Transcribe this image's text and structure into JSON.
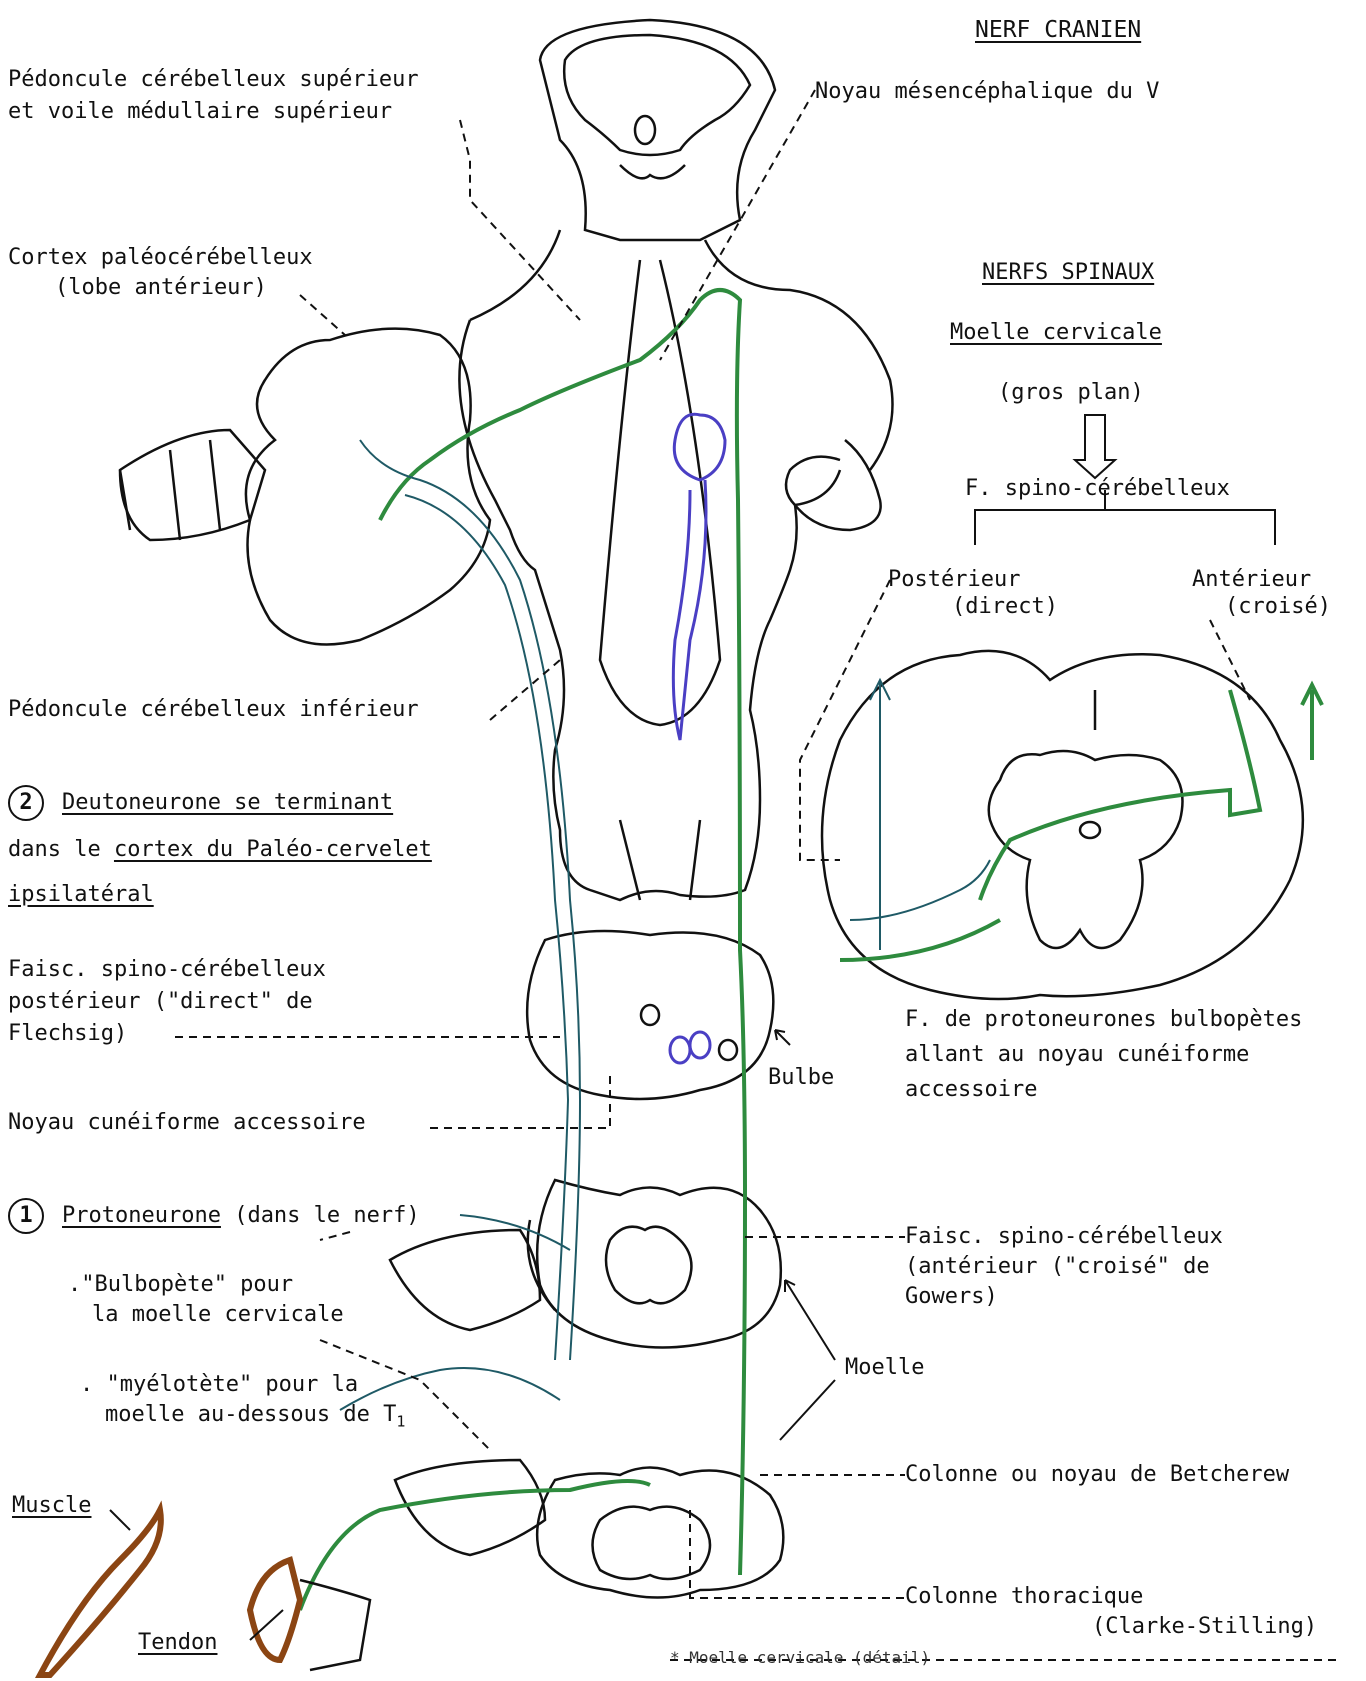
{
  "headings": {
    "cranial_nerve": "NERF CRANIEN",
    "spinal_nerves": "NERFS SPINAUX",
    "cervical_cord": "Moelle cervicale",
    "close_up": "(gros plan)",
    "spino_cerebellar": "F. spino-cérébelleux"
  },
  "labels": {
    "sup_peduncle_1": "Pédoncule cérébelleux supérieur",
    "sup_peduncle_2": "et voile médullaire supérieur",
    "mesencephalic_nucleus": "Noyau mésencéphalique du V",
    "paleo_cortex_1": "Cortex paléocérébelleux",
    "paleo_cortex_2": "(lobe antérieur)",
    "posterior_1": "Postérieur",
    "posterior_2": "(direct)",
    "anterior_1": "Antérieur",
    "anterior_2": "(croisé)",
    "inf_peduncle": "Pédoncule cérébelleux inférieur",
    "deuto_number": "2",
    "deuto_1": "Deutoneurone se terminant",
    "deuto_2a": "dans le ",
    "deuto_2b": "cortex du Paléo-cervelet",
    "deuto_3": "ipsilatéral",
    "post_tract_1": "Faisc. spino-cérébelleux",
    "post_tract_2": "postérieur (\"direct\"  de",
    "post_tract_3": "Flechsig)",
    "bulbe": "Bulbe",
    "proto_bulbo_1": "F. de protoneurones bulbopètes",
    "proto_bulbo_2": "allant au noyau cunéiforme",
    "proto_bulbo_3": "accessoire",
    "accessory_cuneate": "Noyau cunéiforme accessoire",
    "proto_number": "1",
    "proto_1a": "Protoneurone",
    "proto_1b": " (dans le nerf)",
    "bulbopete_1": ".\"Bulbopète\" pour",
    "bulbopete_2": "la moelle cervicale",
    "ant_tract_1": "Faisc. spino-cérébelleux",
    "ant_tract_2": "(antérieur (\"croisé\"  de",
    "ant_tract_3": "Gowers)",
    "myelotete_1": ". \"myélotète\" pour la",
    "myelotete_2": "moelle au-dessous de T",
    "myelotete_sub": "1",
    "moelle": "Moelle",
    "betcherew": "Colonne ou noyau de Betcherew",
    "muscle": "Muscle",
    "clarke_1": "Colonne thoracique",
    "clarke_2": "(Clarke-Stilling)",
    "tendon": "Tendon",
    "footer": "* Moelle cervicale (détail)"
  },
  "colors": {
    "ink": "#111111",
    "green_tract": "#2e8b3e",
    "teal_tract": "#1f5a66",
    "blue_nucleus": "#4a3fc4",
    "muscle_brown": "#8b4513"
  }
}
